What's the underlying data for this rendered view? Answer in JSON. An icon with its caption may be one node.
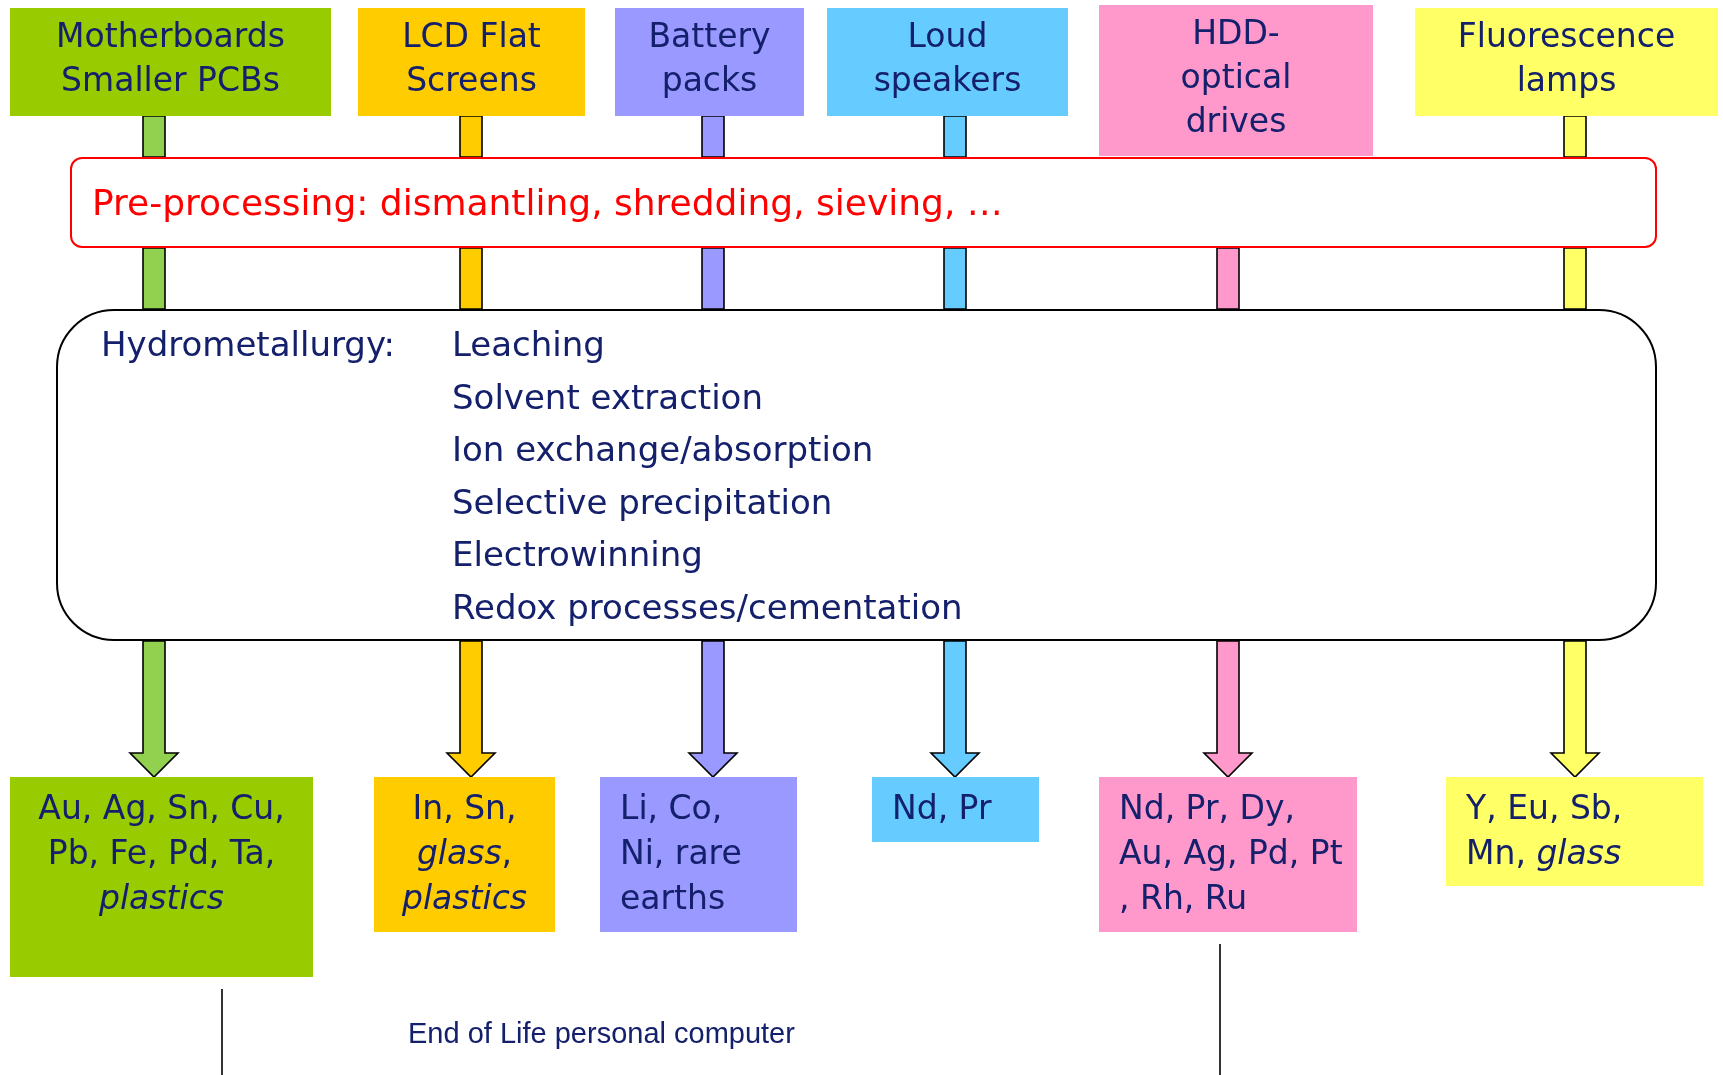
{
  "diagram": {
    "nodes": [
      {
        "text": [
          "Motherboards Smaller PCBs"
        ]
      },
      {
        "text": [
          "LCD Flat Screens"
        ]
      },
      {
        "text": [
          "Battery packs"
        ]
      },
      {
        "text": [
          "Loud speakers"
        ]
      },
      {
        "text": [
          "HDD-optical drives"
        ]
      },
      {
        "text": [
          "Fluorescence lamps"
        ]
      },
      {
        "text": [
          "Pre-processing: dismantling, shredding, sieving, …"
        ]
      },
      {
        "text": [
          "Hydrometallurgy:",
          "Leaching",
          "Solvent extraction",
          "Ion exchange/absorption",
          "Selective precipitation",
          "Electrowinning",
          "Redox processes/cementation"
        ]
      },
      {
        "text": [
          "Au, Ag, Sn, Cu, Pb, Fe, Pd, Ta, *plastics*"
        ]
      },
      {
        "text": [
          "In, Sn, *glass*, *plastics*"
        ]
      },
      {
        "text": [
          "Li, Co, Ni, rare earths"
        ]
      },
      {
        "text": [
          "Nd, Pr"
        ]
      },
      {
        "text": [
          "Nd, Pr, Dy, Au, Ag, Pd, Pt , Rh, Ru"
        ]
      },
      {
        "text": [
          "Y, Eu, Sb, Mn, *glass*"
        ]
      }
    ],
    "edges": [
      {
        "from": 0,
        "to": 6,
        "arrow": "none",
        "style": "thick",
        "color": "#92d050"
      },
      {
        "from": 1,
        "to": 6,
        "arrow": "none",
        "style": "thick",
        "color": "#ffcc00"
      },
      {
        "from": 2,
        "to": 6,
        "arrow": "none",
        "style": "thick",
        "color": "#9999ff"
      },
      {
        "from": 3,
        "to": 6,
        "arrow": "none",
        "style": "thick",
        "color": "#66ccff"
      },
      {
        "from": 5,
        "to": 6,
        "arrow": "none",
        "style": "thick",
        "color": "#ffff66"
      },
      {
        "from": 6,
        "to": 7,
        "arrow": "none",
        "style": "thick",
        "color": "#92d050"
      },
      {
        "from": 6,
        "to": 7,
        "arrow": "none",
        "style": "thick",
        "color": "#ffcc00"
      },
      {
        "from": 6,
        "to": 7,
        "arrow": "none",
        "style": "thick",
        "color": "#9999ff"
      },
      {
        "from": 6,
        "to": 7,
        "arrow": "none",
        "style": "thick",
        "color": "#66ccff"
      },
      {
        "from": 6,
        "to": 7,
        "arrow": "none",
        "style": "thick",
        "color": "#ff99cc"
      },
      {
        "from": 6,
        "to": 7,
        "arrow": "none",
        "style": "thick",
        "color": "#ffff66"
      },
      {
        "from": 7,
        "to": 8,
        "arrow": "to",
        "style": "thick",
        "color": "#92d050"
      },
      {
        "from": 7,
        "to": 9,
        "arrow": "to",
        "style": "thick",
        "color": "#ffcc00"
      },
      {
        "from": 7,
        "to": 10,
        "arrow": "to",
        "style": "thick",
        "color": "#9999ff"
      },
      {
        "from": 7,
        "to": 11,
        "arrow": "to",
        "style": "thick",
        "color": "#66ccff"
      },
      {
        "from": 7,
        "to": 12,
        "arrow": "to",
        "style": "thick",
        "color": "#ff99cc"
      },
      {
        "from": 7,
        "to": 13,
        "arrow": "to",
        "style": "thick",
        "color": "#ffff66"
      },
      {
        "from": 8,
        "to": null,
        "arrow": "none"
      },
      {
        "from": 12,
        "to": null,
        "arrow": "none"
      }
    ],
    "labels": [
      "End of Life personal computer"
    ]
  }
}
